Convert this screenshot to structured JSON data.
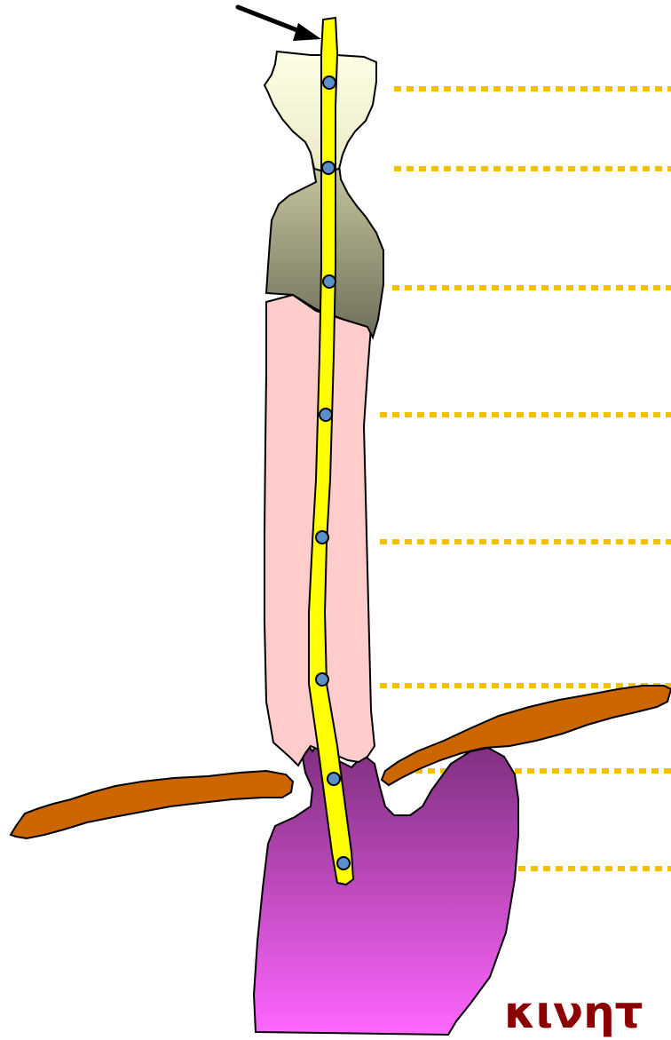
{
  "caption": "κινητ",
  "colors": {
    "probe": "#ffff00",
    "sensor": "#5b8fc9",
    "guide_line": "#f2c200",
    "diaphragm": "#cc6600",
    "caption": "#8b0000",
    "esophagus": "#ffcccc",
    "stomach_top": "#7f2f7f",
    "stomach_bottom": "#ff66ff",
    "pharynx_top": "#fefee6",
    "pharynx_bottom": "#eaeac8",
    "upper_esophagus_top": "#c8c8a0",
    "upper_esophagus_bottom": "#6e6e5a"
  },
  "icons": {
    "pointer": "arrow-icon",
    "sensor": "sensor-dot-icon"
  },
  "sensor_count": 8,
  "guide_line_count": 8
}
